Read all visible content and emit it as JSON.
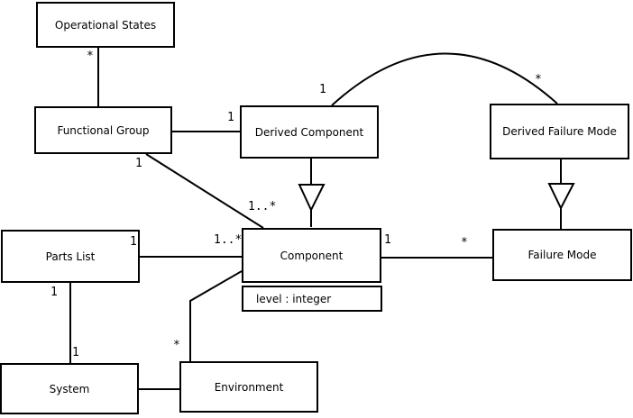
{
  "diagram_type": "uml-class-diagram",
  "colors": {
    "background": "#ffffff",
    "line": "#000000",
    "box_fill": "#ffffff",
    "text": "#000000"
  },
  "classes": [
    {
      "name": "Operational States"
    },
    {
      "name": "Functional Group"
    },
    {
      "name": "Derived Component"
    },
    {
      "name": "Derived Failure Mode"
    },
    {
      "name": "Parts List"
    },
    {
      "name": "Component",
      "attribute": "level : integer"
    },
    {
      "name": "Failure Mode"
    },
    {
      "name": "System"
    },
    {
      "name": "Environment"
    }
  ],
  "relations": [
    {
      "from": "Operational States",
      "to": "Functional Group",
      "type": "association",
      "from_label": "*",
      "to_label": ""
    },
    {
      "from": "Functional Group",
      "to": "Derived Component",
      "type": "association",
      "from_label": "",
      "to_label": "1"
    },
    {
      "from": "Functional Group",
      "to": "Component",
      "type": "association",
      "from_label": "1",
      "to_label": "1..*"
    },
    {
      "from": "Derived Component",
      "to": "Component",
      "type": "generalization",
      "from_label": "",
      "to_label": ""
    },
    {
      "from": "Derived Component",
      "to": "Derived Failure Mode",
      "type": "association",
      "from_label": "1",
      "to_label": "*"
    },
    {
      "from": "Derived Failure Mode",
      "to": "Failure Mode",
      "type": "generalization",
      "from_label": "",
      "to_label": ""
    },
    {
      "from": "Parts List",
      "to": "Component",
      "type": "association",
      "from_label": "1",
      "to_label": "1..*"
    },
    {
      "from": "Parts List",
      "to": "System",
      "type": "association",
      "from_label": "1",
      "to_label": "1"
    },
    {
      "from": "System",
      "to": "Environment",
      "type": "association",
      "from_label": "",
      "to_label": ""
    },
    {
      "from": "Environment",
      "to": "Component",
      "type": "association",
      "from_label": "*",
      "to_label": ""
    },
    {
      "from": "Component",
      "to": "Failure Mode",
      "type": "association",
      "from_label": "1",
      "to_label": "*"
    }
  ]
}
